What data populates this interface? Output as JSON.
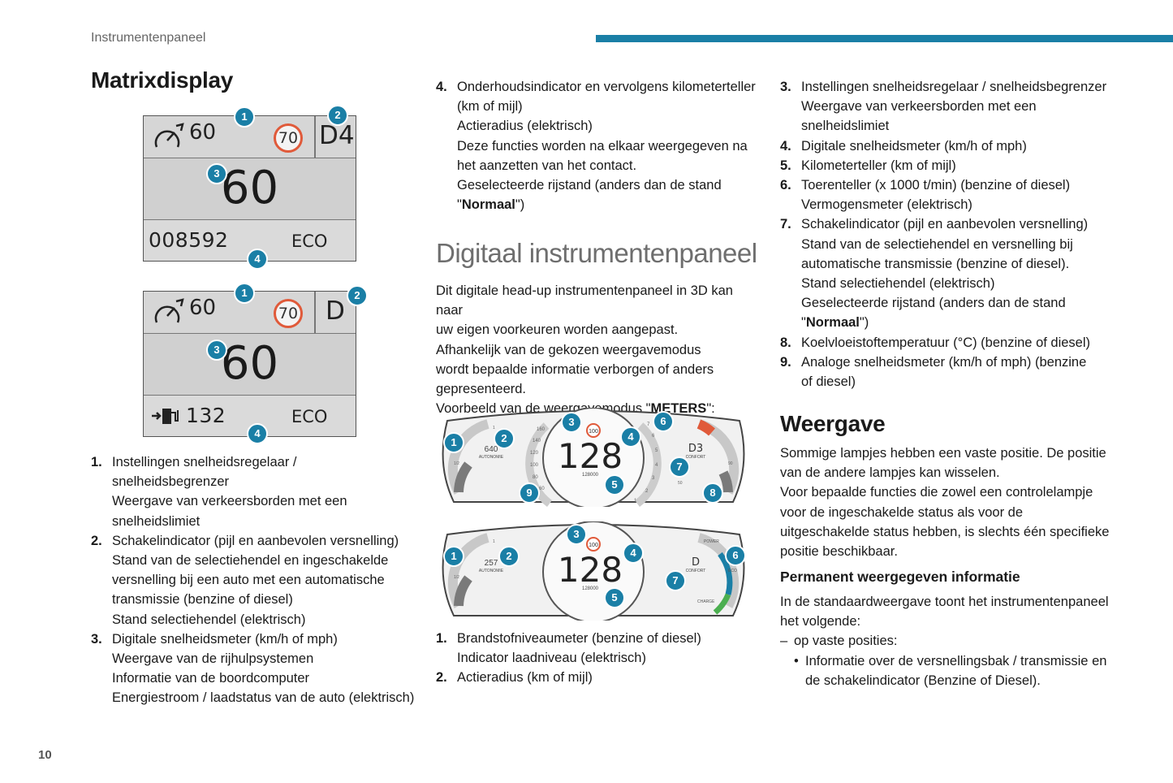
{
  "header": {
    "running_title": "Instrumentenpaneel",
    "page_number": "10"
  },
  "colors": {
    "accent": "#1a7fa6",
    "sign_red": "#e05a3a"
  },
  "matrix_section": {
    "title": "Matrixdisplay",
    "display_a": {
      "cruise": "60",
      "sign": "70",
      "gear": "D4",
      "speed": "60",
      "odometer": "008592",
      "mode": "ECO",
      "icon": "speedometer-icon"
    },
    "display_b": {
      "cruise": "60",
      "sign": "70",
      "gear": "D",
      "speed": "60",
      "range": "132",
      "mode": "ECO",
      "icon": "fuel-pump-icon"
    },
    "callouts": [
      "1",
      "2",
      "3",
      "4"
    ],
    "items": [
      {
        "num": "1.",
        "lines": [
          "Instellingen snelheidsregelaar / snelheidsbegrenzer",
          "Weergave van verkeersborden met een",
          "snelheidslimiet"
        ]
      },
      {
        "num": "2.",
        "lines": [
          "Schakelindicator (pijl en aanbevolen versnelling)",
          "Stand van de selectiehendel en ingeschakelde",
          "versnelling bij een auto met een automatische",
          "transmissie (benzine of diesel)",
          "Stand selectiehendel (elektrisch)"
        ]
      },
      {
        "num": "3.",
        "lines": [
          "Digitale snelheidsmeter (km/h of mph)",
          "Weergave van de rijhulpsystemen",
          "Informatie van de boordcomputer",
          "Energiestroom / laadstatus van de auto (elektrisch)"
        ]
      }
    ]
  },
  "col2_top": {
    "num": "4.",
    "lines": [
      "Onderhoudsindicator en vervolgens kilometerteller",
      "(km of mijl)",
      "Actieradius (elektrisch)",
      "Deze functies worden na elkaar weergegeven na",
      "het aanzetten van het contact.",
      "Geselecteerde rijstand (anders dan de stand"
    ],
    "last_pre": "\"",
    "last_bold": "Normaal",
    "last_post": "\")"
  },
  "digital_section": {
    "title": "Digitaal instrumentenpaneel",
    "lines": [
      "Dit digitale head-up instrumentenpaneel in 3D kan naar",
      "uw eigen voorkeuren worden aangepast.",
      "Afhankelijk van de gekozen weergavemodus",
      "wordt bepaalde informatie verborgen of anders",
      "gepresenteerd."
    ],
    "example_pre": "Voorbeeld van de weergavemodus \"",
    "example_bold": "METERS",
    "example_post": "\":",
    "cluster_a": {
      "speed": "128",
      "range": "640",
      "range_label": "AUTONOMIE",
      "trip": "128000",
      "gear": "D3",
      "drive_mode": "CONFORT",
      "sign": "100",
      "speed_ticks": [
        "160",
        "140",
        "120",
        "100",
        "80",
        "60"
      ],
      "tacho_ticks": [
        "7",
        "6",
        "5",
        "4",
        "3",
        "2",
        "1"
      ],
      "temp_ticks": [
        "90",
        "50"
      ],
      "fuel_ticks": [
        "1",
        "1/2"
      ]
    },
    "cluster_b": {
      "speed": "128",
      "range": "257",
      "range_label": "AUTONOMIE",
      "trip": "128000",
      "gear": "D",
      "drive_mode": "CONFORT",
      "sign": "100",
      "power_label": "POWER",
      "charge_label": "CHARGE",
      "eco_label": "ECO",
      "fuel_ticks": [
        "1",
        "1/2"
      ]
    },
    "callouts_a": [
      "1",
      "2",
      "3",
      "4",
      "5",
      "6",
      "7",
      "8",
      "9"
    ],
    "callouts_b": [
      "1",
      "2",
      "3",
      "4",
      "5",
      "6",
      "7"
    ],
    "items": [
      {
        "num": "1.",
        "lines": [
          "Brandstofniveaumeter (benzine of diesel)",
          "Indicator laadniveau (elektrisch)"
        ]
      },
      {
        "num": "2.",
        "lines": [
          "Actieradius (km of mijl)"
        ]
      }
    ]
  },
  "col3": {
    "items": [
      {
        "num": "3.",
        "lines": [
          "Instellingen snelheidsregelaar / snelheidsbegrenzer",
          "Weergave van verkeersborden met een",
          "snelheidslimiet"
        ]
      },
      {
        "num": "4.",
        "lines": [
          "Digitale snelheidsmeter (km/h of mph)"
        ]
      },
      {
        "num": "5.",
        "lines": [
          "Kilometerteller (km of mijl)"
        ]
      },
      {
        "num": "6.",
        "lines": [
          "Toerenteller (x 1000 t/min) (benzine of diesel)",
          "Vermogensmeter (elektrisch)"
        ]
      }
    ],
    "item7": {
      "num": "7.",
      "lines": [
        "Schakelindicator (pijl en aanbevolen versnelling)",
        "Stand van de selectiehendel en versnelling bij",
        "automatische transmissie (benzine of diesel).",
        "Stand selectiehendel (elektrisch)",
        "Geselecteerde rijstand (anders dan de stand"
      ],
      "last_pre": "\"",
      "last_bold": "Normaal",
      "last_post": "\")"
    },
    "items_b": [
      {
        "num": "8.",
        "lines": [
          "Koelvloeistoftemperatuur (°C) (benzine of diesel)"
        ]
      },
      {
        "num": "9.",
        "lines": [
          "Analoge snelheidsmeter (km/h of mph)  (benzine",
          "of diesel)"
        ]
      }
    ],
    "weergave_title": "Weergave",
    "weergave_lines": [
      "Sommige lampjes hebben een vaste positie. De positie",
      "van de andere lampjes kan wisselen.",
      "Voor bepaalde functies die zowel een controlelampje",
      "voor de ingeschakelde status als voor de",
      "uitgeschakelde status hebben, is slechts één specifieke",
      "positie beschikbaar."
    ],
    "permanent_title": "Permanent weergegeven informatie",
    "permanent_lines": [
      "In de standaardweergave toont het instrumentenpaneel",
      "het volgende:"
    ],
    "dash_mark": "–",
    "dash_text": "op vaste posities:",
    "bullet_mark": "•",
    "bullet_lines": [
      "Informatie over de versnellingsbak / transmissie en",
      "de schakelindicator (Benzine of Diesel)."
    ]
  }
}
